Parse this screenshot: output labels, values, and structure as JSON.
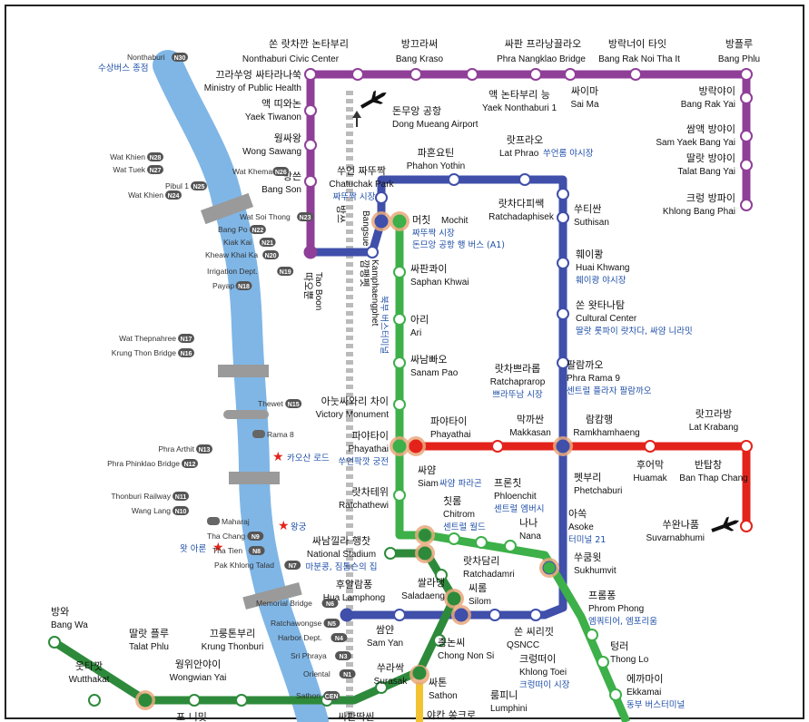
{
  "colors": {
    "purple": "#8f3f98",
    "blue": "#3f4faa",
    "green": "#3db049",
    "darkgreen": "#2e8a3b",
    "red": "#e3231b",
    "lightgreen": "#6cc36f",
    "river": "#7fb6e6",
    "gold": "#f2c230",
    "interchange": "#e9a97c",
    "grey": "#9a9a9a"
  },
  "icons": [
    "airplane-icon",
    "star-icon",
    "up-arrow-icon"
  ],
  "labels": {
    "nonthaburi_civic_ko": "쏜 랏차깐 논타부리",
    "nonthaburi_civic_en": "Nonthaburi Civic Center",
    "bang_kraso_ko": "방끄라써",
    "bang_kraso_en": "Bang Kraso",
    "phra_nangklao_ko": "싸판 프라낭끌라오",
    "phra_nangklao_en": "Phra Nangklao Bridge",
    "bang_rak_noi_ko": "방락너이 타잇",
    "bang_rak_noi_en": "Bang Rak Noi Tha It",
    "bang_phlu_ko": "방플루",
    "bang_phlu_en": "Bang Phlu",
    "ministry_ko": "끄라쑤엉 싸타라나쑥",
    "ministry_en": "Ministry of Public Health",
    "yaek_nonthaburi1_ko": "액 논타부리 능",
    "yaek_nonthaburi1_en": "Yaek Nonthaburi 1",
    "sai_ma_ko": "싸이마",
    "sai_ma_en": "Sai Ma",
    "bang_rak_yai_ko": "방락야이",
    "bang_rak_yai_en": "Bang Rak Yai",
    "yaek_tiwanon_ko": "액 띠와논",
    "yaek_tiwanon_en": "Yaek Tiwanon",
    "don_mueang_ko": "돈무앙 공항",
    "don_mueang_en": "Dong Mueang Airport",
    "sam_yaek_ko": "쌈액 방야이",
    "sam_yaek_en": "Sam Yaek Bang Yai",
    "wong_sawang_ko": "웡싸왕",
    "wong_sawang_en": "Wong Sawang",
    "talat_bang_yai_ko": "딸랏 방야이",
    "talat_bang_yai_en": "Talat Bang Yai",
    "phahon_ko": "파혼요틴",
    "phahon_en": "Phahon Yothin",
    "lat_phrao_ko": "랏프라오",
    "lat_phrao_en": "Lat Phrao",
    "lat_phrao_note": "쑤언롬 야시장",
    "bang_son_ko": "방쓴",
    "bang_son_en": "Bang Son",
    "chatuchak_ko": "쑤언 짜뚜짝",
    "chatuchak_en": "Chatuchak Park",
    "chatuchak_note": "짜뚜짝 시장",
    "khlong_bang_phai_ko": "크렁 방파이",
    "khlong_bang_phai_en": "Khlong Bang Phai",
    "ratchadaphisek_ko": "랏차다피쌕",
    "ratchadaphisek_en": "Ratchadaphisek",
    "suthisan_ko": "쑤티싼",
    "suthisan_en": "Suthisan",
    "mochit_ko": "머칫",
    "mochit_en": "Mochit",
    "mochit_note1": "짜뚜짝 시장",
    "mochit_note2": "돈므앙 공항 행 버스 (A1)",
    "bangsue_ko": "방쓰",
    "bangsue_en": "Bangsue",
    "tao_poon_ko": "따오뿐",
    "tao_poon_en": "Tao Boon",
    "kamphaeng_ko": "깜팽펫",
    "kamphaeng_en": "Kamphaengphet",
    "kamphaeng_note": "북부 버스터미널",
    "huai_khwang_ko": "훼이쾅",
    "huai_khwang_en": "Huai Khwang",
    "huai_khwang_note": "훼이쾅 야시장",
    "saphan_khwai_ko": "싸판콰이",
    "saphan_khwai_en": "Saphan Khwai",
    "cultural_ko": "쏜 왓타나탐",
    "cultural_en": "Cultural Center",
    "cultural_note": "딸랏 롯파이 랏차다, 싸얌 니라밋",
    "ari_ko": "아리",
    "ari_en": "Ari",
    "sanam_pao_ko": "싸남빠오",
    "sanam_pao_en": "Sanam Pao",
    "ratchaprarop_ko": "랏차쁘라롭",
    "ratchaprarop_en": "Ratchaprarop",
    "ratchaprarop_note": "쁘라뚜남 시장",
    "phra_rama9_ko": "팔람까오",
    "phra_rama9_en": "Phra Rama 9",
    "phra_rama9_note": "센트럴 플라자 팔람까오",
    "victory_ko": "아눗싸와리 차이",
    "victory_en": "Victory Monument",
    "phayathai_ko": "파야타이",
    "phayathai_en": "Phayathai",
    "phayathai_note": "쑤언팍깟 궁전",
    "phayathai2_ko": "파야타이",
    "phayathai2_en": "Phayathai",
    "makkasan_ko": "막까싼",
    "makkasan_en": "Makkasan",
    "ramkhamhaeng_ko": "람캄행",
    "ramkhamhaeng_en": "Ramkhamhaeng",
    "lat_krabang_ko": "랏끄라방",
    "lat_krabang_en": "Lat Krabang",
    "huamak_ko": "후어막",
    "huamak_en": "Huamak",
    "ban_thap_chang_ko": "반탑창",
    "ban_thap_chang_en": "Ban Thap Chang",
    "phetchaburi_ko": "펫부리",
    "phetchaburi_en": "Phetchaburi",
    "ratchathewi_ko": "랏차테위",
    "ratchathewi_en": "Ratchathewi",
    "siam_ko": "싸얌",
    "siam_en": "Siam",
    "siam_note": "싸얌 파라곤",
    "chitlom_ko": "칫롬",
    "chitlom_en": "Chitrom",
    "chitlom_note": "센트럴 월드",
    "phloenchit_ko": "프론칫",
    "phloenchit_en": "Phloenchit",
    "phloenchit_note": "센트럴 엠버시",
    "nana_ko": "나나",
    "nana_en": "Nana",
    "asoke_ko": "아쏙",
    "asoke_en": "Asoke",
    "asoke_note": "터미널 21",
    "suvarnabhumi_ko": "쑤완나품",
    "suvarnabhumi_en": "Suvarnabhumi",
    "national_stadium_ko": "싸남낄라 행찻",
    "national_stadium_en": "National Stadium",
    "national_stadium_note": "마분콩, 짐톰슨의 집",
    "ratchadamri_ko": "랏차담리",
    "ratchadamri_en": "Ratchadamri",
    "sukhumvit_ko": "쑤쿰윗",
    "sukhumvit_en": "Sukhumvit",
    "saladaeng_ko": "쌀라댕",
    "saladaeng_en": "Saladaeng",
    "silom_ko": "씨롬",
    "silom_en": "Silom",
    "hualamphong_ko": "후알람퐁",
    "hualamphong_en": "Hua Lamphong",
    "phrom_phong_ko": "프롬퐁",
    "phrom_phong_en": "Phrom Phong",
    "phrom_phong_note": "엠쿼티어, 엠포리움",
    "bang_wa_ko": "방와",
    "bang_wa_en": "Bang Wa",
    "talat_phlu_ko": "딸랏 플루",
    "talat_phlu_en": "Talat Phlu",
    "krung_thonburi_ko": "끄룽톤부리",
    "krung_thonburi_en": "Krung Thonburi",
    "samyan_ko": "쌈얀",
    "samyan_en": "Sam Yan",
    "qsncc_ko": "쏜 씨리낏",
    "qsncc_en": "QSNCC",
    "thong_lo_ko": "텅러",
    "thong_lo_en": "Thong Lo",
    "wutthakat_ko": "웃타깟",
    "wutthakat_en": "Wutthakat",
    "wongwian_yai_ko": "웡위안야이",
    "wongwian_yai_en": "Wongwian Yai",
    "chong_nonsi_ko": "총논씨",
    "chong_nonsi_en": "Chong Non Si",
    "khlong_toei_ko": "크렁떠이",
    "khlong_toei_en": "Khlong Toei",
    "khlong_toei_note": "크렁떠이 시장",
    "ekkamai_ko": "에까마이",
    "ekkamai_en": "Ekkamai",
    "ekkamai_note": "동부 버스터미널",
    "surasak_ko": "쑤라싹",
    "surasak_en": "Surasak",
    "sathon_ko": "싸톤",
    "sathon_en": "Sathon",
    "lumphini_ko": "룸피니",
    "lumphini_en": "Lumphini",
    "khaosan_ko": "카오산 로드",
    "royal_palace_ko": "왕궁",
    "wat_arun_ko": "왓 아룬",
    "nonthaburi_pier_ko": "수상버스 종점",
    "po_nimit_ko": "포 니밋",
    "saphan_taksin_ko": "싸판딱씬",
    "saint_louis_ko": "야칸 쏭크로"
  },
  "piers": [
    {
      "name": "Nonthaburi",
      "code": "N30"
    },
    {
      "name": "Wat Khien",
      "code": "N28"
    },
    {
      "name": "Wat Tuek",
      "code": "N27"
    },
    {
      "name": "Wat Khema",
      "code": "N26"
    },
    {
      "name": "Pibul 1",
      "code": "N25"
    },
    {
      "name": "Wat Khien",
      "code": "N24"
    },
    {
      "name": "Wat Soi Thong",
      "code": "N23"
    },
    {
      "name": "Bang Po",
      "code": "N22"
    },
    {
      "name": "Kiak Kai",
      "code": "N21"
    },
    {
      "name": "Kheaw Khai Ka",
      "code": "N20"
    },
    {
      "name": "Irrigation Dept.",
      "code": "N19"
    },
    {
      "name": "Payap",
      "code": "N18"
    },
    {
      "name": "Wat Thepnahree",
      "code": "N17"
    },
    {
      "name": "Krung Thon Bridge",
      "code": "N16"
    },
    {
      "name": "Thewet",
      "code": "N15"
    },
    {
      "name": "Rama 8",
      "code": ""
    },
    {
      "name": "Phra Arthit",
      "code": "N13"
    },
    {
      "name": "Phra Phinklao Bridge",
      "code": "N12"
    },
    {
      "name": "Thonburi Railway",
      "code": "N11"
    },
    {
      "name": "Wang Lang",
      "code": "N10"
    },
    {
      "name": "Maharaj",
      "code": ""
    },
    {
      "name": "Tha Chang",
      "code": "N9"
    },
    {
      "name": "Tha Tien",
      "code": "N8"
    },
    {
      "name": "Pak Khlong Talad",
      "code": "N7"
    },
    {
      "name": "Memorial Bridge",
      "code": "N6"
    },
    {
      "name": "Ratchawongse",
      "code": "N5"
    },
    {
      "name": "Harbor Dept.",
      "code": "N4"
    },
    {
      "name": "Sri Phraya",
      "code": "N3"
    },
    {
      "name": "Oriental",
      "code": "N1"
    },
    {
      "name": "Sathon",
      "code": "CEN"
    }
  ]
}
